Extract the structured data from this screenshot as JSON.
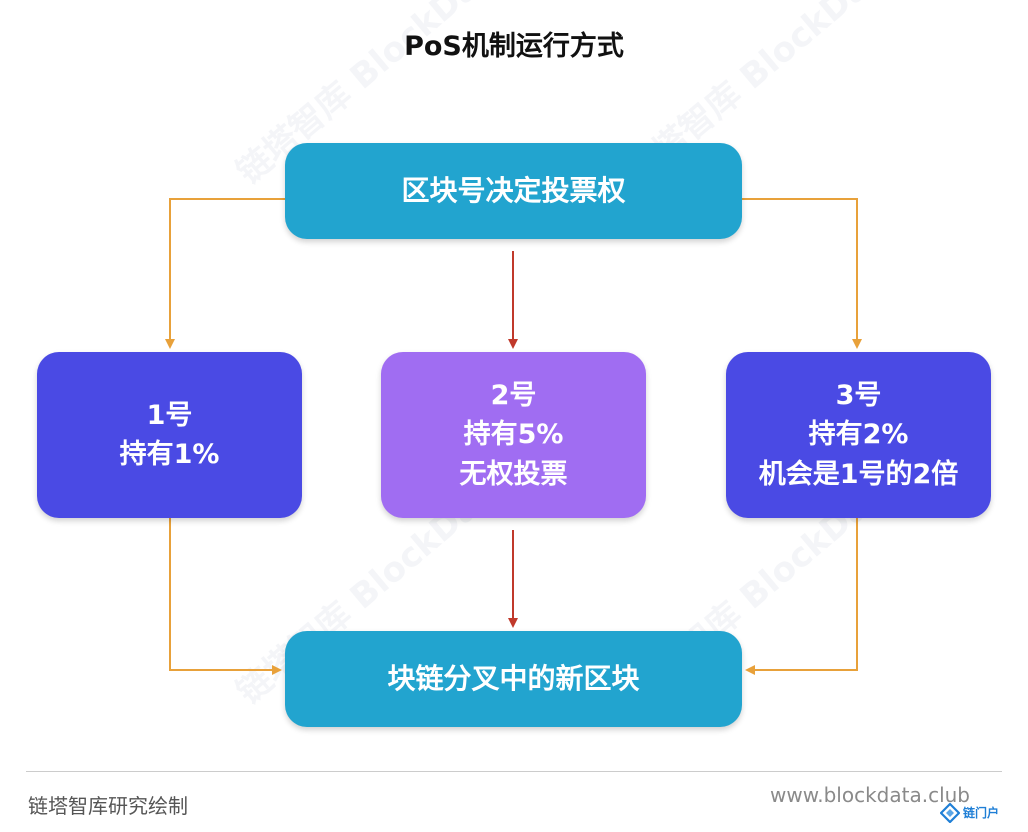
{
  "title": "PoS机制运行方式",
  "top_box": {
    "label": "区块号决定投票权"
  },
  "bottom_box": {
    "label": "块链分叉中的新区块"
  },
  "nodes": [
    {
      "lines": [
        "1号",
        "持有1%"
      ]
    },
    {
      "lines": [
        "2号",
        "持有5%",
        "无权投票"
      ]
    },
    {
      "lines": [
        "3号",
        "持有2%",
        "机会是1号的2倍"
      ]
    }
  ],
  "footer": {
    "credit": "链塔智库研究绘制",
    "website": "www.blockdata.club",
    "logo_text": "链门户"
  },
  "watermark": {
    "cn": "链塔智库",
    "en": "BlockData"
  },
  "colors": {
    "top_bottom_box": "#22a4cf",
    "node_blue": "#4a4ae4",
    "node_purple": "#a06df2",
    "arrow_orange": "#e8a13a",
    "arrow_red": "#c0392b"
  },
  "icons": {
    "logo": "blockdata-logo-icon"
  }
}
